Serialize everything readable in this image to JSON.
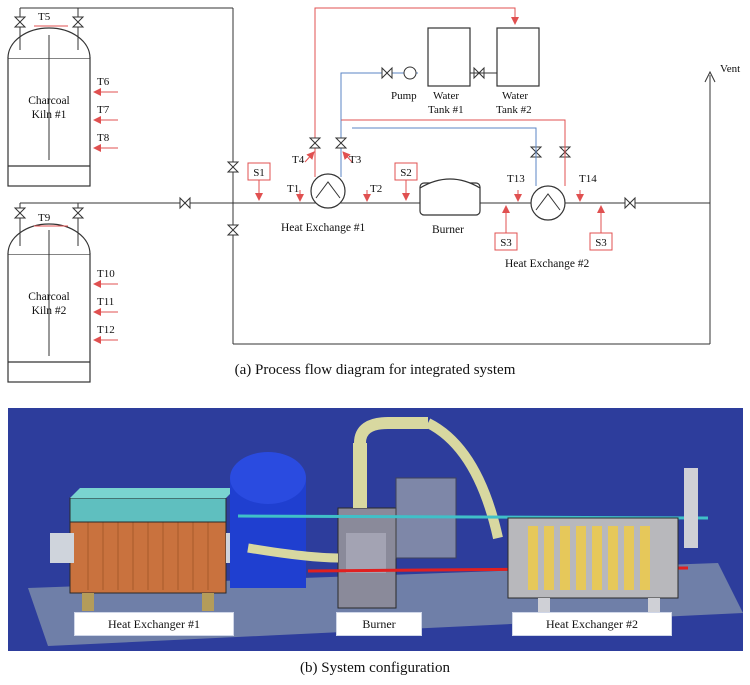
{
  "process_diagram": {
    "kiln1_label": [
      "Charcoal",
      "Kiln #1"
    ],
    "kiln2_label": [
      "Charcoal",
      "Kiln #2"
    ],
    "temps_kiln1": [
      "T5",
      "T6",
      "T7",
      "T8"
    ],
    "temps_kiln2": [
      "T9",
      "T10",
      "T11",
      "T12"
    ],
    "temps_line": [
      "T1",
      "T2",
      "T3",
      "T4",
      "T13",
      "T14"
    ],
    "sample_points": [
      "S1",
      "S2",
      "S3",
      "S3"
    ],
    "heat_exchanger_1": "Heat Exchange #1",
    "heat_exchanger_2": "Heat Exchange #2",
    "burner": "Burner",
    "pump": "Pump",
    "water_tank_1": [
      "Water",
      "Tank #1"
    ],
    "water_tank_2": [
      "Water",
      "Tank #2"
    ],
    "vent": "Vent",
    "caption": "(a) Process flow diagram for integrated system"
  },
  "system_configuration": {
    "labels": [
      "Heat Exchanger #1",
      "Burner",
      "Heat Exchanger #2"
    ],
    "caption": "(b) System configuration"
  },
  "colors": {
    "hot_line": "#e05050",
    "cold_line": "#5b86c4",
    "render_background": "#2d3d9c",
    "floor": "#6f7fa8"
  }
}
